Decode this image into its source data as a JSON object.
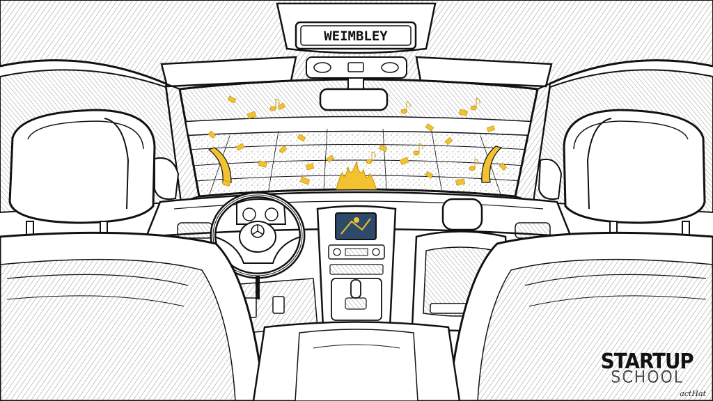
{
  "sign_text": "WEIMBLEY",
  "branding": {
    "line1": "STARTUP",
    "line2": "SCHOOL"
  },
  "signature": "actHat",
  "colors": {
    "ink": "#111111",
    "paper": "#ffffff",
    "confetti": "#f2c230",
    "confetti_dark": "#c99a12",
    "stadium_fill": "#f3f3f3"
  },
  "icons": {
    "steering_badge": "mercedes-star-icon",
    "confetti": "confetti-icon",
    "music": "music-note-icon",
    "flames": "flame-icon"
  }
}
